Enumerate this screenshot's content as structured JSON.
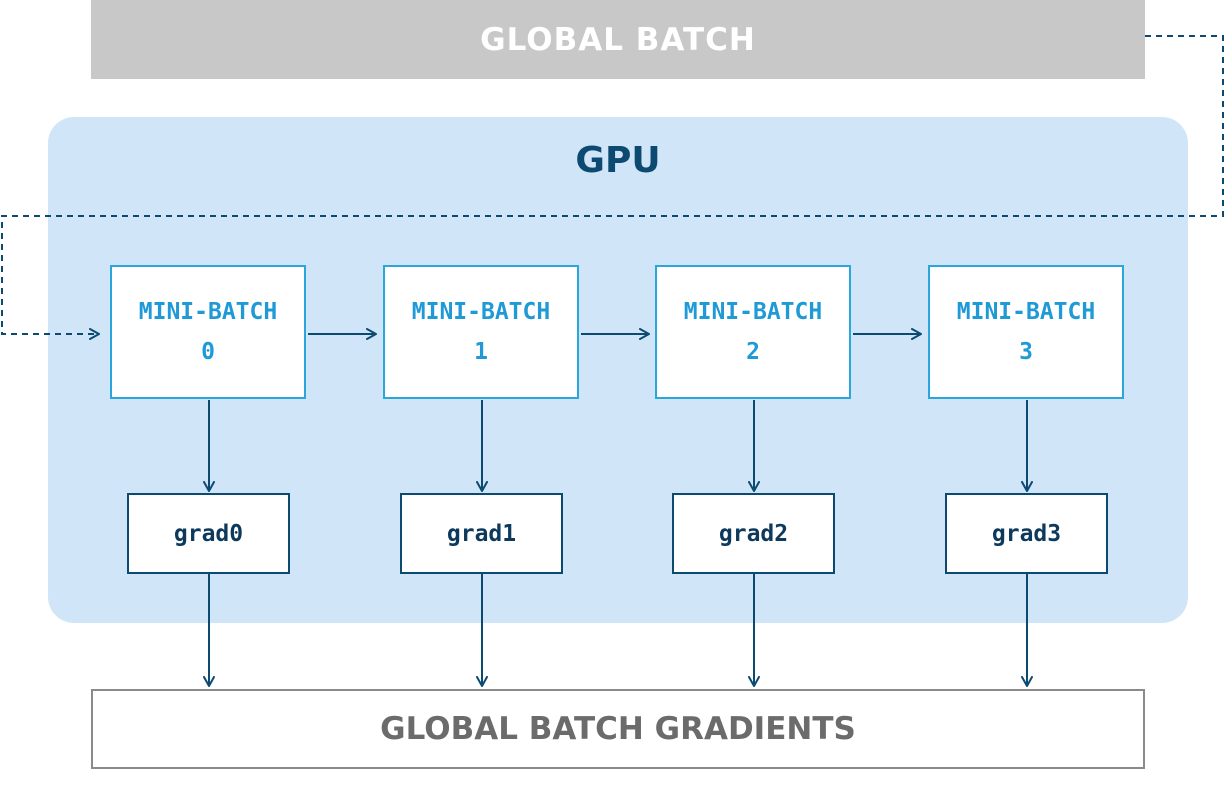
{
  "global_batch": {
    "label": "GLOBAL BATCH"
  },
  "gpu": {
    "label": "GPU"
  },
  "mini_batches": [
    {
      "title": "MINI-BATCH",
      "index": "0"
    },
    {
      "title": "MINI-BATCH",
      "index": "1"
    },
    {
      "title": "MINI-BATCH",
      "index": "2"
    },
    {
      "title": "MINI-BATCH",
      "index": "3"
    }
  ],
  "grads": [
    {
      "label": "grad0"
    },
    {
      "label": "grad1"
    },
    {
      "label": "grad2"
    },
    {
      "label": "grad3"
    }
  ],
  "global_batch_gradients": {
    "label": "GLOBAL BATCH GRADIENTS"
  },
  "colors": {
    "global_batch_bg": "#c8c8c8",
    "gpu_panel_bg": "#d0e6f8",
    "gpu_title": "#0d4a72",
    "mini_batch_border": "#29a6dc",
    "mini_batch_text": "#1f9ad6",
    "grad_border": "#0d4a72",
    "arrow": "#0d4a72",
    "gradients_border": "#8a8a8a",
    "gradients_text": "#6b6b6b"
  }
}
